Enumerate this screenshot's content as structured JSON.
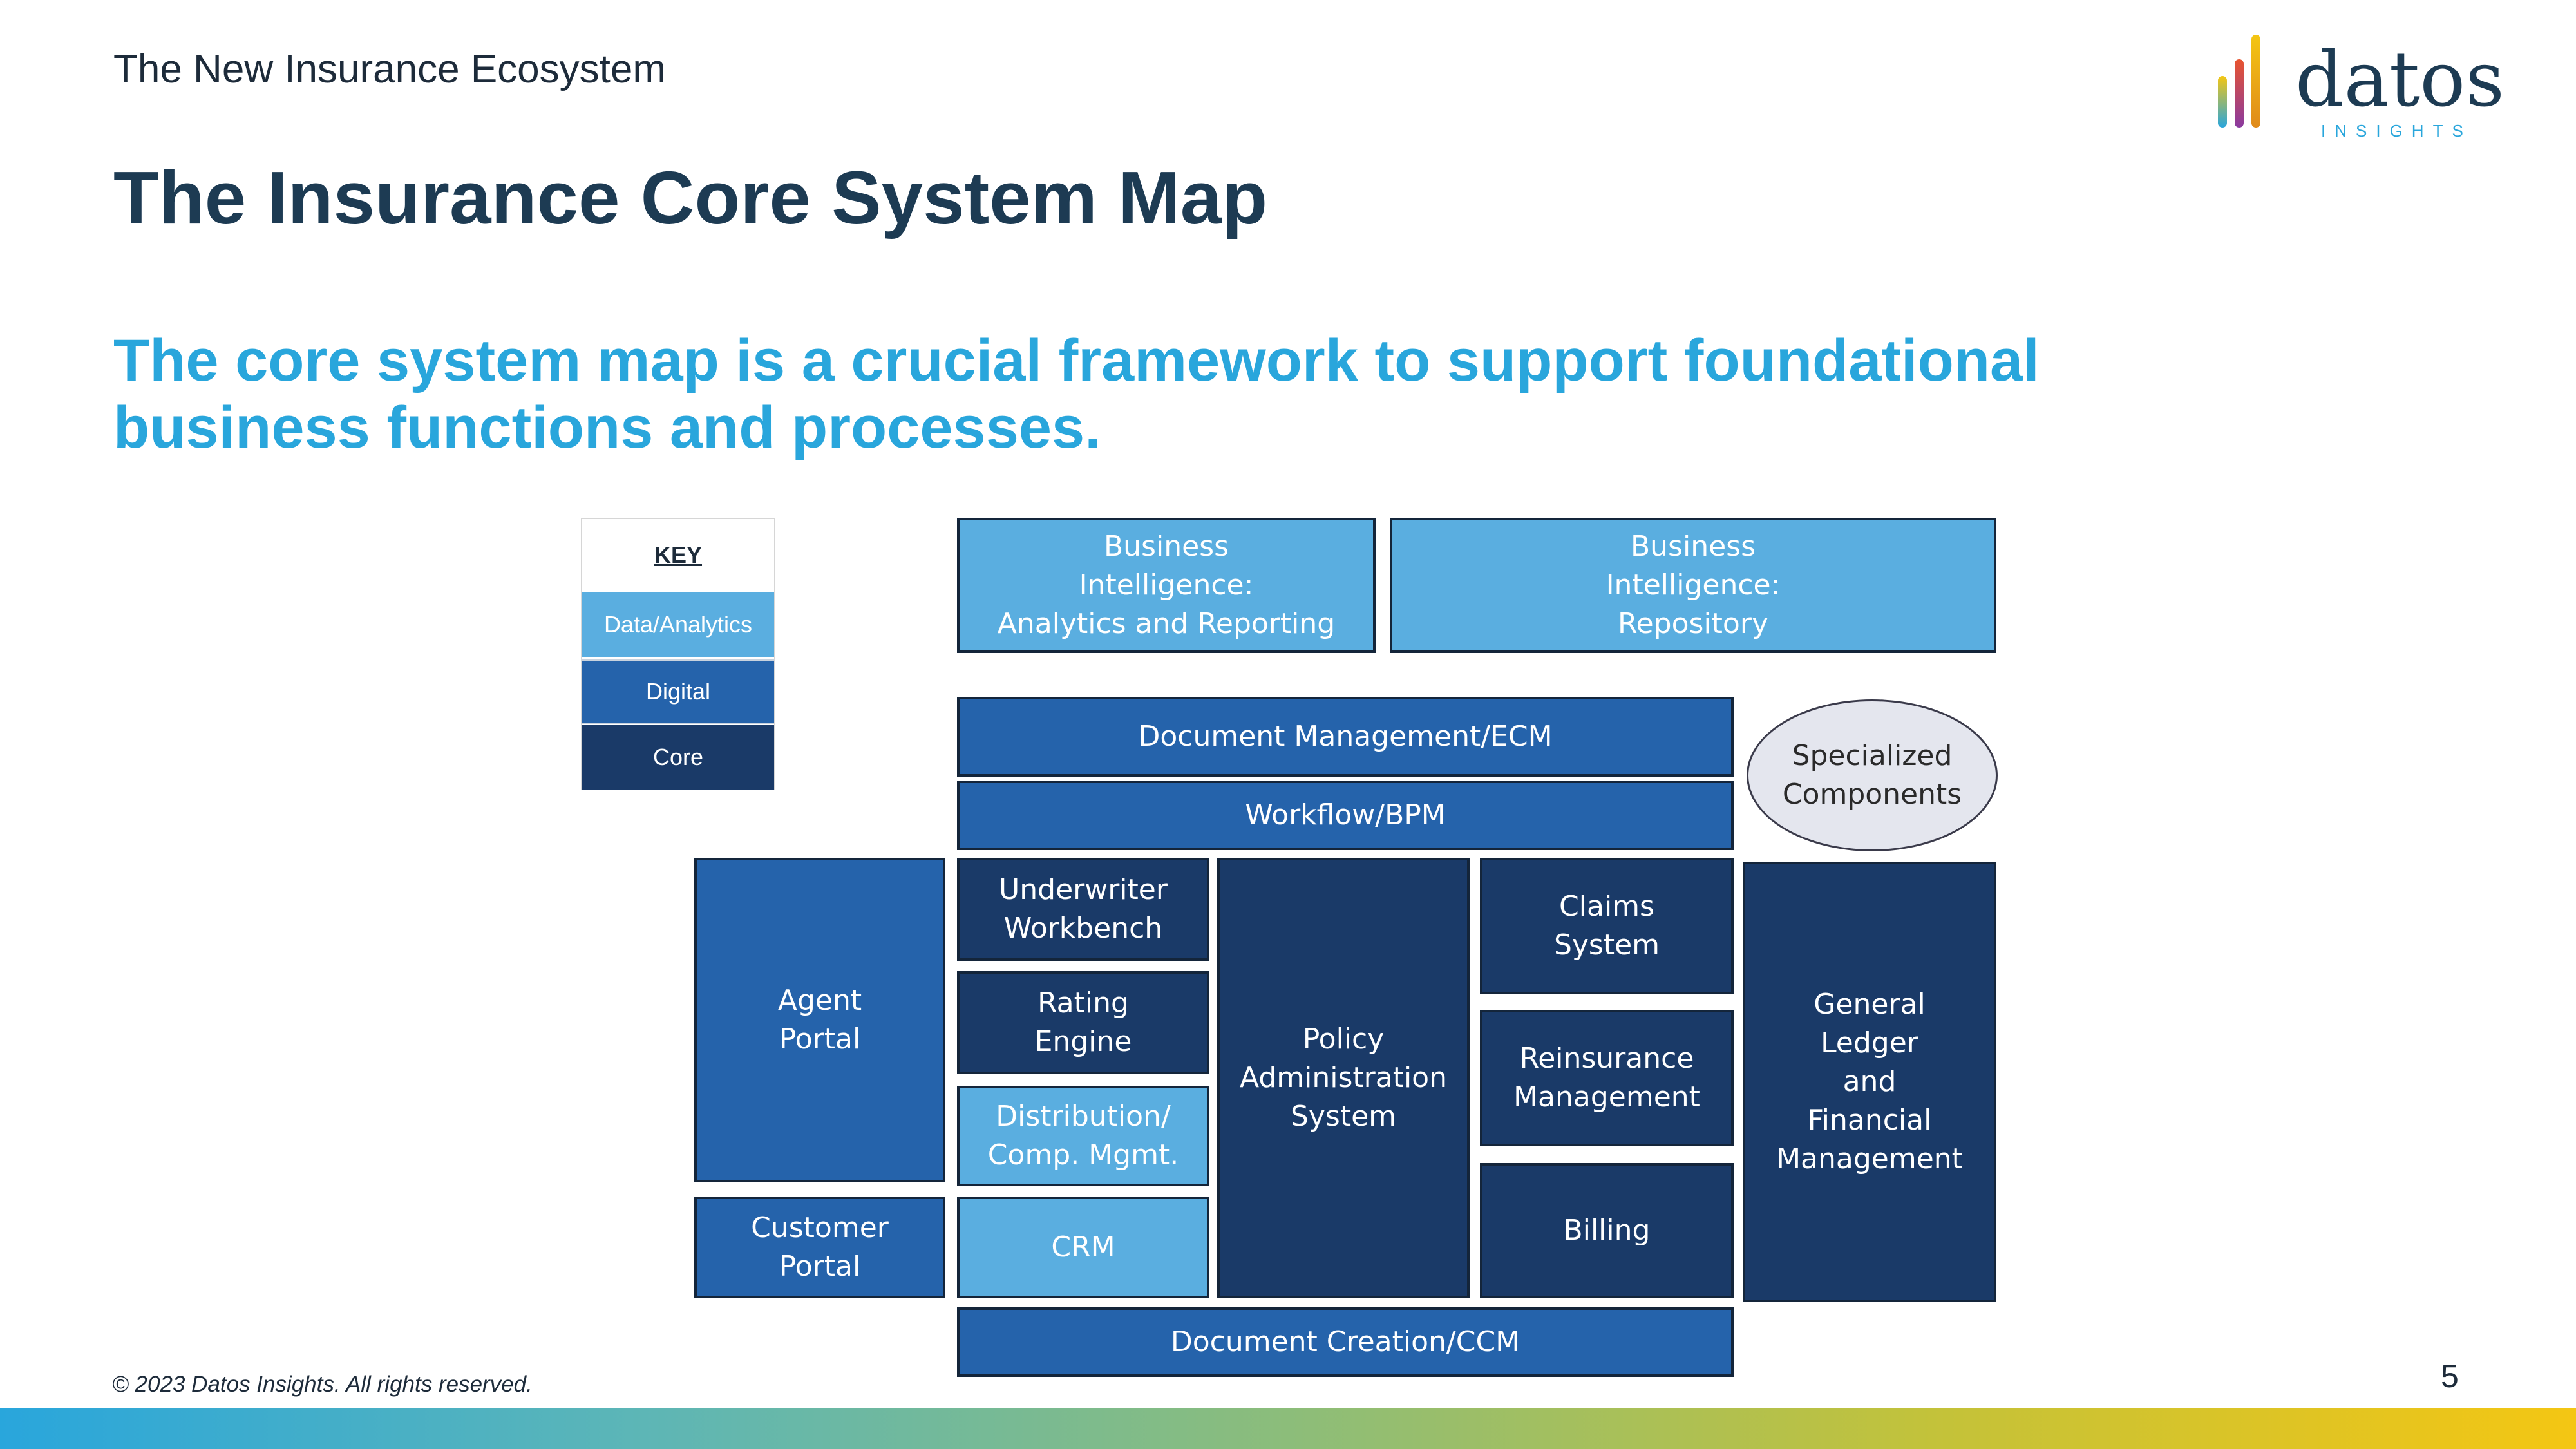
{
  "header": {
    "section_label": "The New Insurance Ecosystem",
    "title": "The Insurance Core System Map",
    "subtitle": "The core system map is a crucial framework to support foundational business functions and processes."
  },
  "logo": {
    "word": "datos",
    "sub": "INSIGHTS"
  },
  "key": {
    "title": "KEY",
    "items": [
      {
        "label": "Data/Analytics",
        "color": "#5aaee0"
      },
      {
        "label": "Digital",
        "color": "#2563ab"
      },
      {
        "label": "Core",
        "color": "#1a3a68"
      }
    ]
  },
  "map": {
    "bi_analytics": "Business\nIntelligence:\nAnalytics and Reporting",
    "bi_repository": "Business\nIntelligence:\nRepository",
    "document_management": "Document Management/ECM",
    "workflow": "Workflow/BPM",
    "specialized_components": "Specialized\nComponents",
    "agent_portal": "Agent\nPortal",
    "customer_portal": "Customer\nPortal",
    "underwriter_workbench": "Underwriter\nWorkbench",
    "rating_engine": "Rating\nEngine",
    "distribution": "Distribution/\nComp. Mgmt.",
    "crm": "CRM",
    "policy_admin": "Policy\nAdministration\nSystem",
    "claims": "Claims\nSystem",
    "reinsurance": "Reinsurance\nManagement",
    "billing": "Billing",
    "general_ledger": "General\nLedger\nand\nFinancial\nManagement",
    "document_creation": "Document Creation/CCM"
  },
  "colors": {
    "data_analytics": "#5aaee0",
    "digital": "#2563ab",
    "core": "#1a3a68",
    "title": "#1d3b53",
    "accent": "#29a6dc"
  },
  "footer": {
    "copyright": "© 2023 Datos Insights. All rights reserved.",
    "page_number": "5"
  }
}
